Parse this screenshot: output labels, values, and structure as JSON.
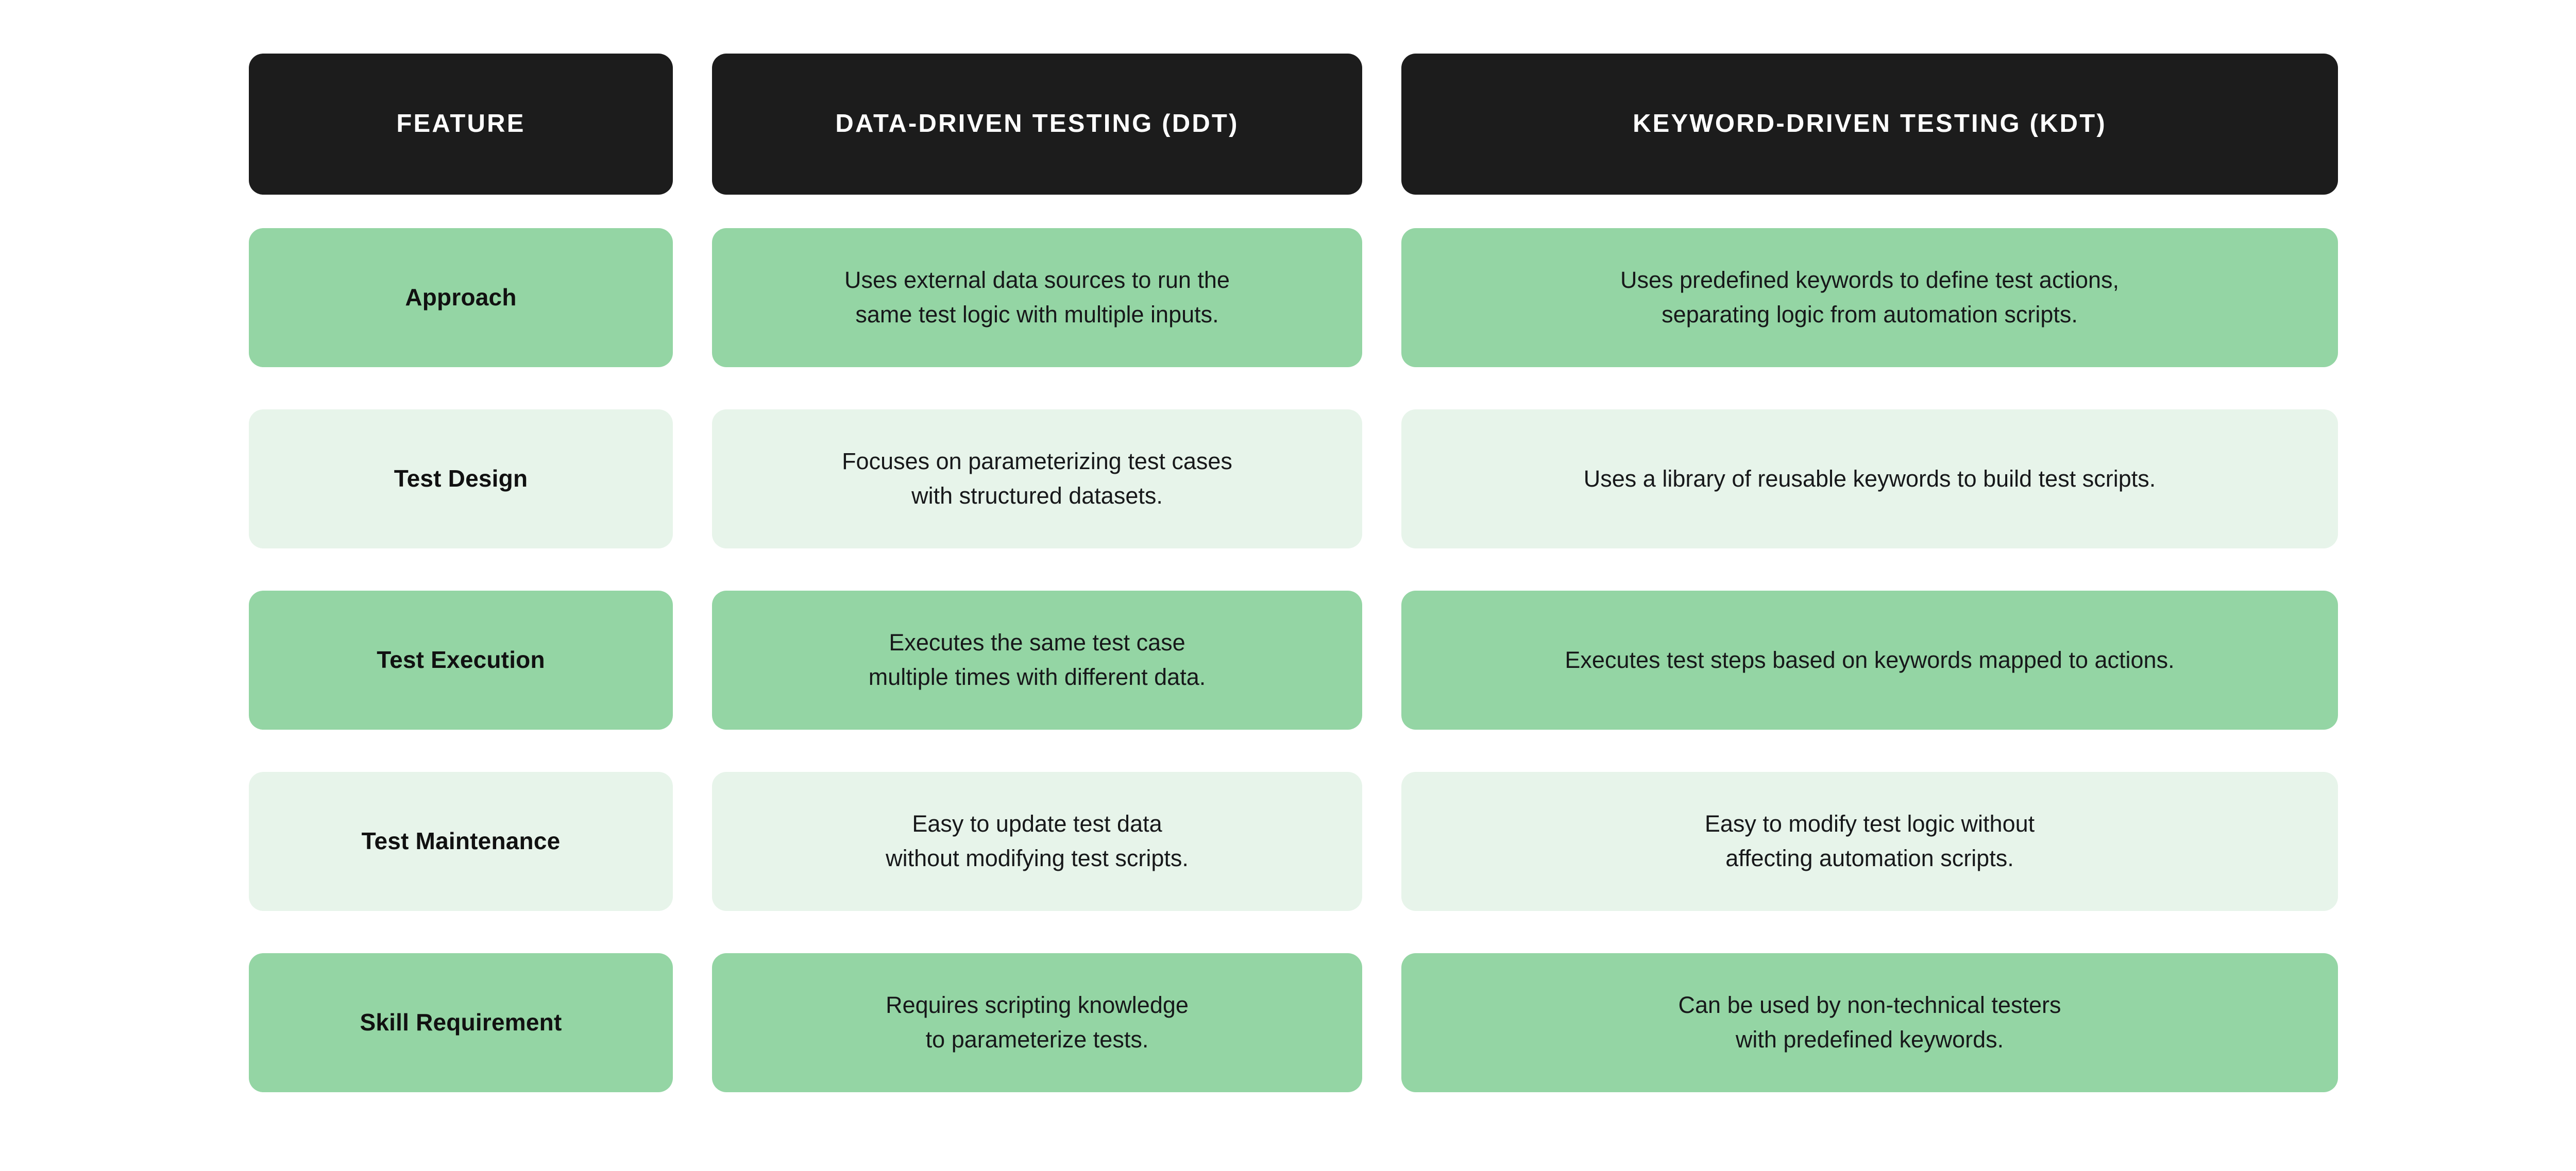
{
  "colors": {
    "page_background": "#FFFFFF",
    "header_background": "#1C1C1C",
    "header_text": "#FFFFFF",
    "row_dark_green": "#94D5A4",
    "row_light_green": "#E7F4EA",
    "body_text": "#17181A",
    "feature_text": "#111111"
  },
  "table": {
    "headers": [
      {
        "label": "FEATURE"
      },
      {
        "label": "DATA-DRIVEN TESTING (DDT)"
      },
      {
        "label": "KEYWORD-DRIVEN TESTING (KDT)"
      }
    ],
    "rows": [
      {
        "feature": "Approach",
        "ddt": "Uses external data sources to run the\nsame test logic with multiple inputs.",
        "kdt": "Uses predefined keywords to define test actions,\nseparating logic from automation scripts.",
        "shade": "dark"
      },
      {
        "feature": "Test Design",
        "ddt": "Focuses on parameterizing test cases\nwith structured datasets.",
        "kdt": "Uses a library of reusable keywords to build test scripts.",
        "shade": "light"
      },
      {
        "feature": "Test Execution",
        "ddt": "Executes the same test case\nmultiple times with different data.",
        "kdt": "Executes test steps based on keywords mapped to actions.",
        "shade": "dark"
      },
      {
        "feature": "Test Maintenance",
        "ddt": "Easy to update test data\nwithout modifying test scripts.",
        "kdt": "Easy to modify test logic without\naffecting automation scripts.",
        "shade": "light"
      },
      {
        "feature": "Skill Requirement",
        "ddt": "Requires scripting knowledge\nto parameterize tests.",
        "kdt": "Can be used by non-technical testers\nwith predefined keywords.",
        "shade": "dark"
      }
    ]
  }
}
